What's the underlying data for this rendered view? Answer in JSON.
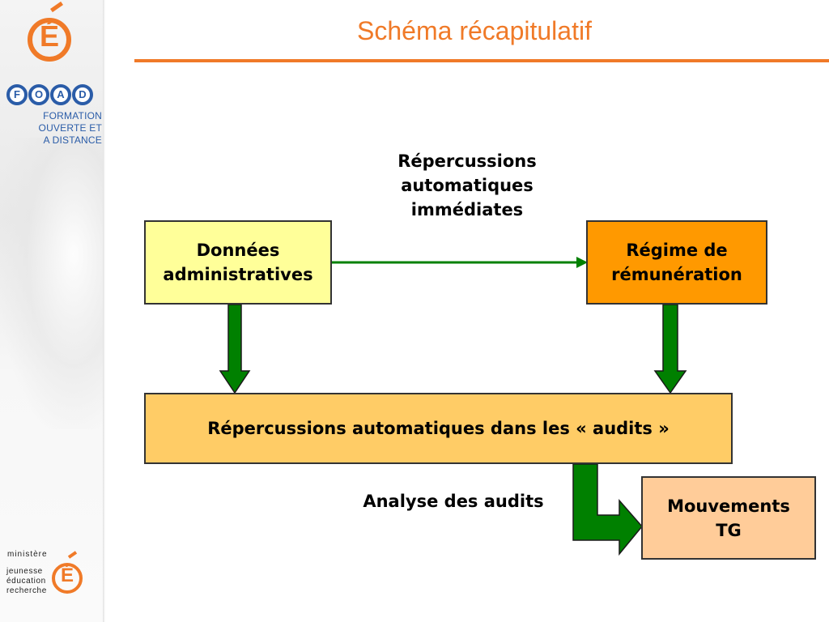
{
  "sidebar": {
    "logo_letter": "É",
    "foad_letters": [
      "F",
      "O",
      "A",
      "D"
    ],
    "foad_text": "FORMATION\nOUVERTE ET\nA DISTANCE",
    "ministere_label": "ministère",
    "ministere_lines": "jeunesse\néducation\nrecherche",
    "ministere_letter": "É"
  },
  "title": "Schéma récapitulatif",
  "diagram": {
    "donnees": "Données\nadministratives",
    "regime": "Régime de\nrémunération",
    "repercussions_immediates": "Répercussions\nautomatiques\nimmédiates",
    "audits": "Répercussions automatiques dans les « audits »",
    "analyse": "Analyse des audits",
    "mouvements": "Mouvements\nTG"
  },
  "colors": {
    "accent": "#f07a28",
    "arrow_green": "#008000",
    "box_donnees": "#ffff99",
    "box_regime": "#ff9900",
    "box_audits": "#ffcc66",
    "box_mouvements": "#ffcc99"
  }
}
